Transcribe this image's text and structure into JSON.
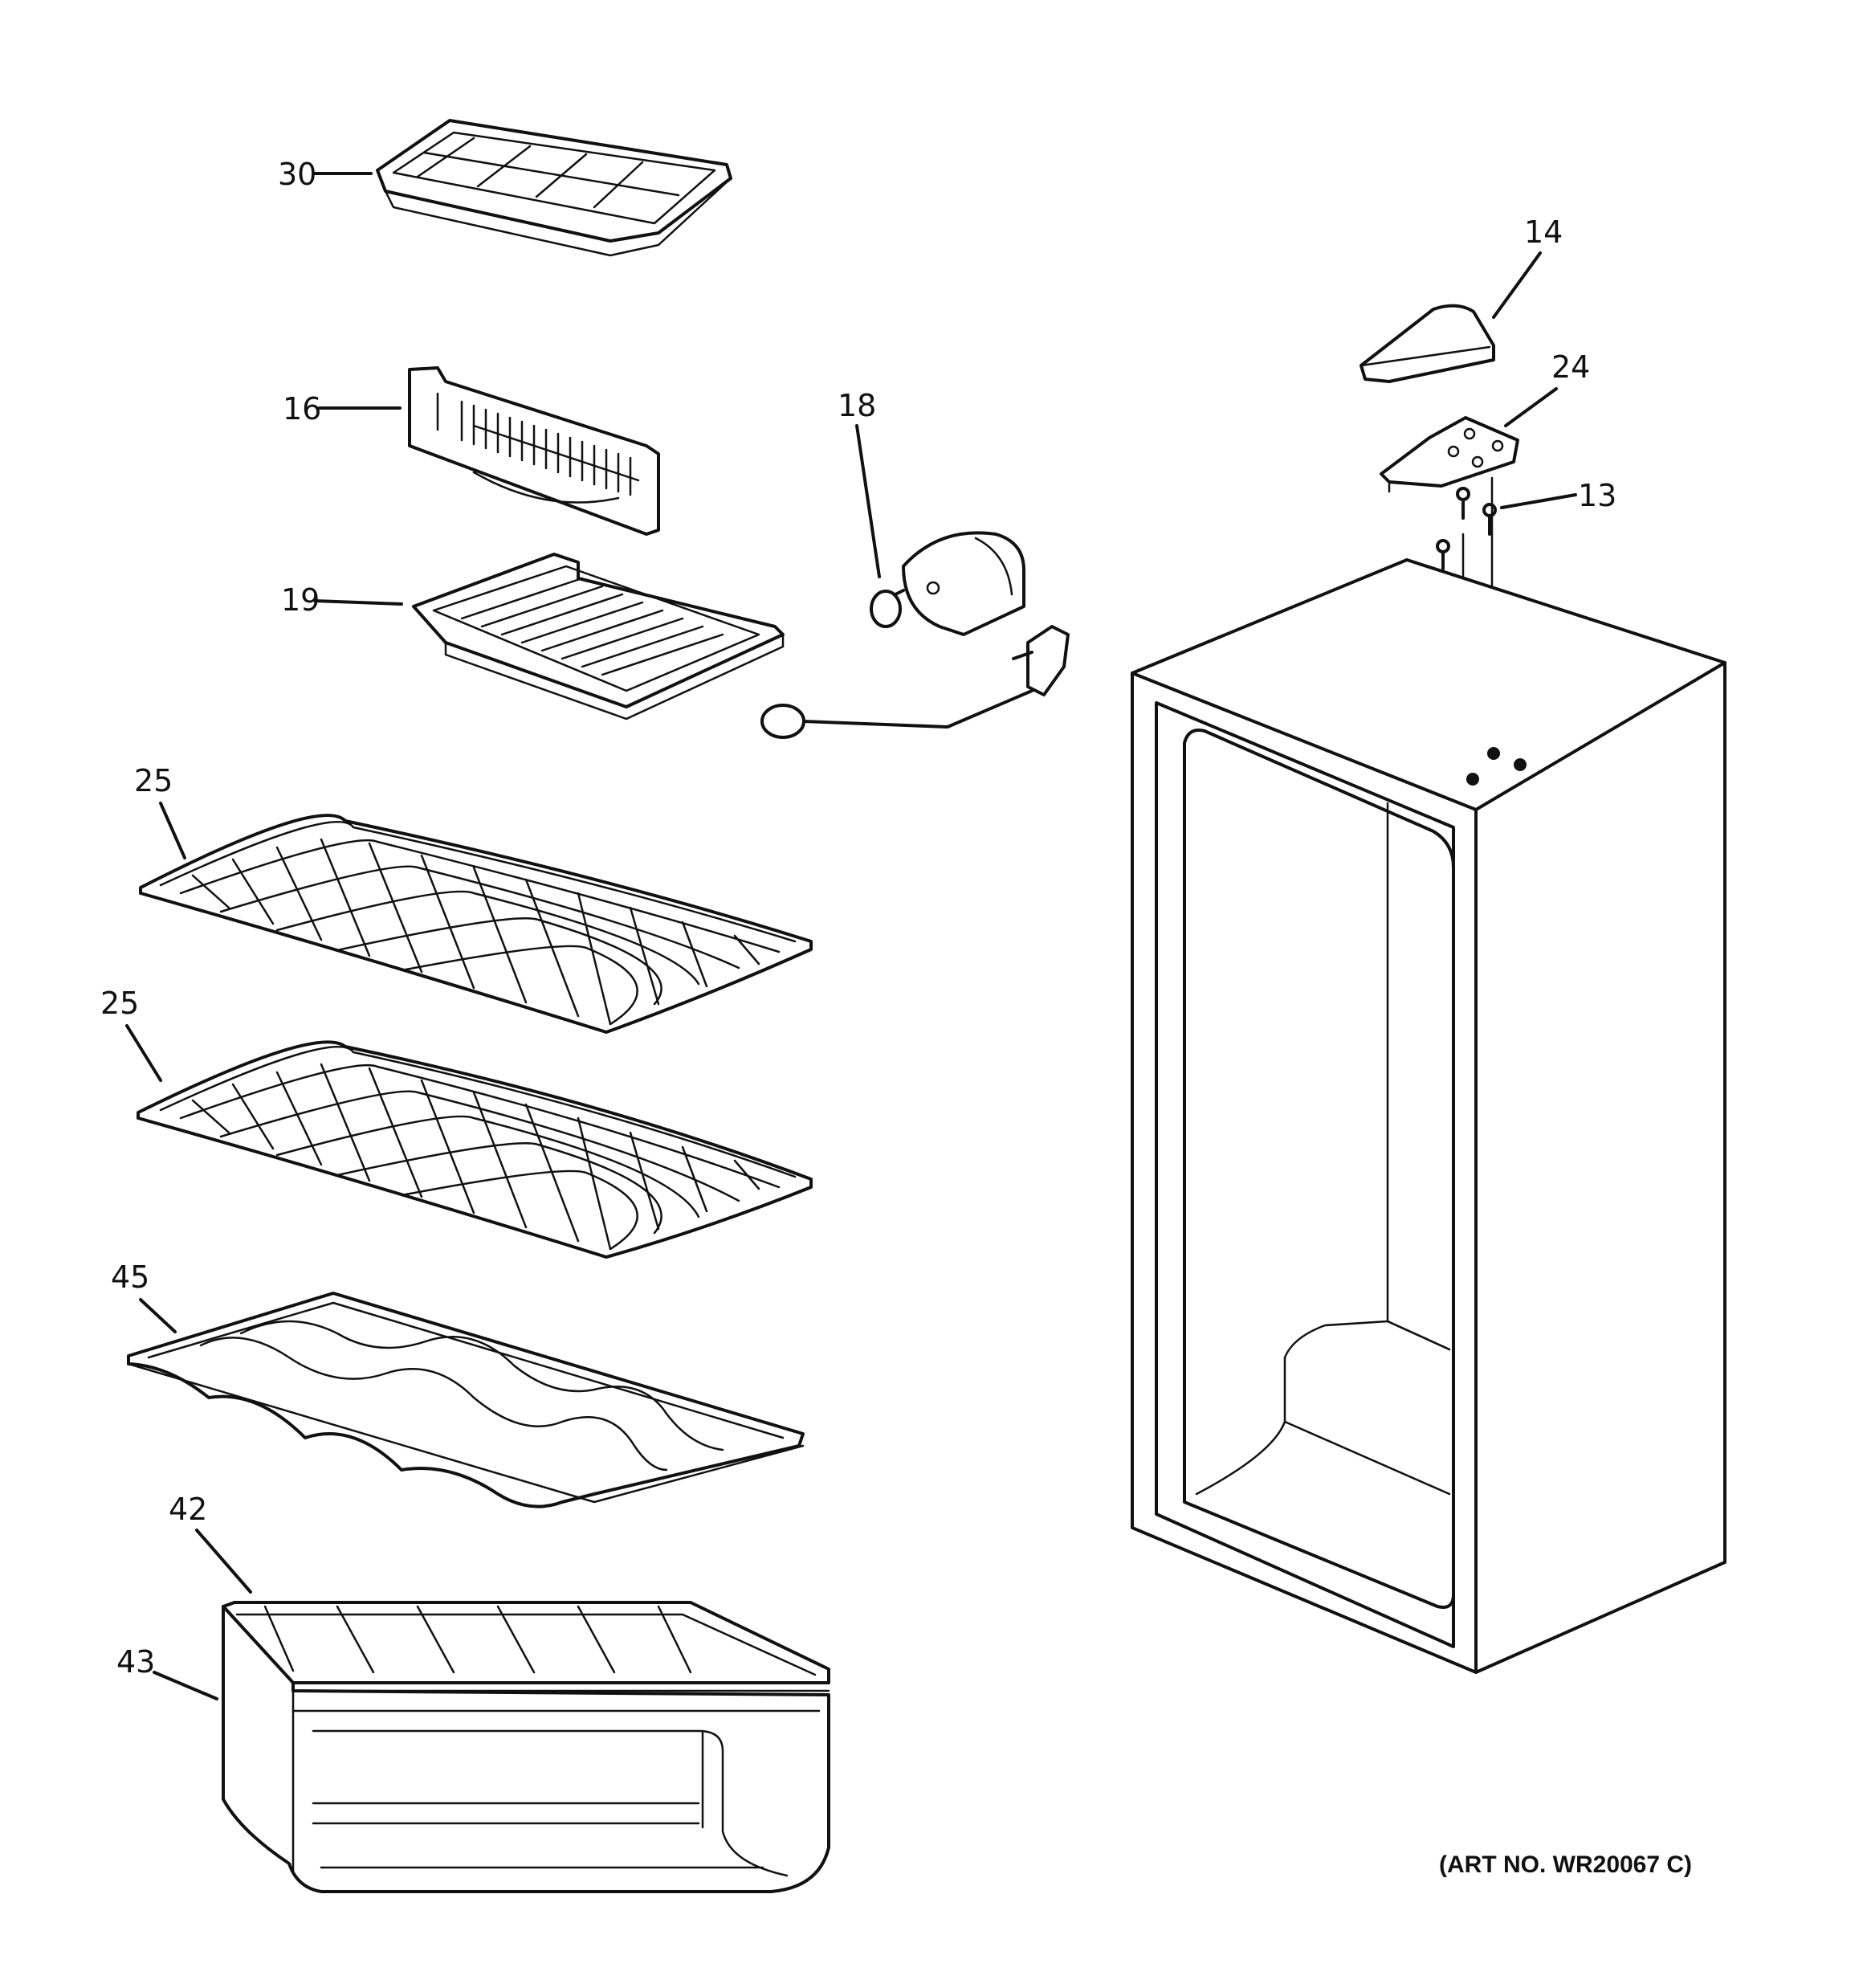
{
  "art_number": "(ART NO. WR20067 C)",
  "parts": {
    "p30": "30",
    "p16": "16",
    "p19": "19",
    "p18": "18",
    "p14": "14",
    "p24": "24",
    "p13": "13",
    "p25a": "25",
    "p25b": "25",
    "p45": "45",
    "p42": "42",
    "p43": "43"
  }
}
